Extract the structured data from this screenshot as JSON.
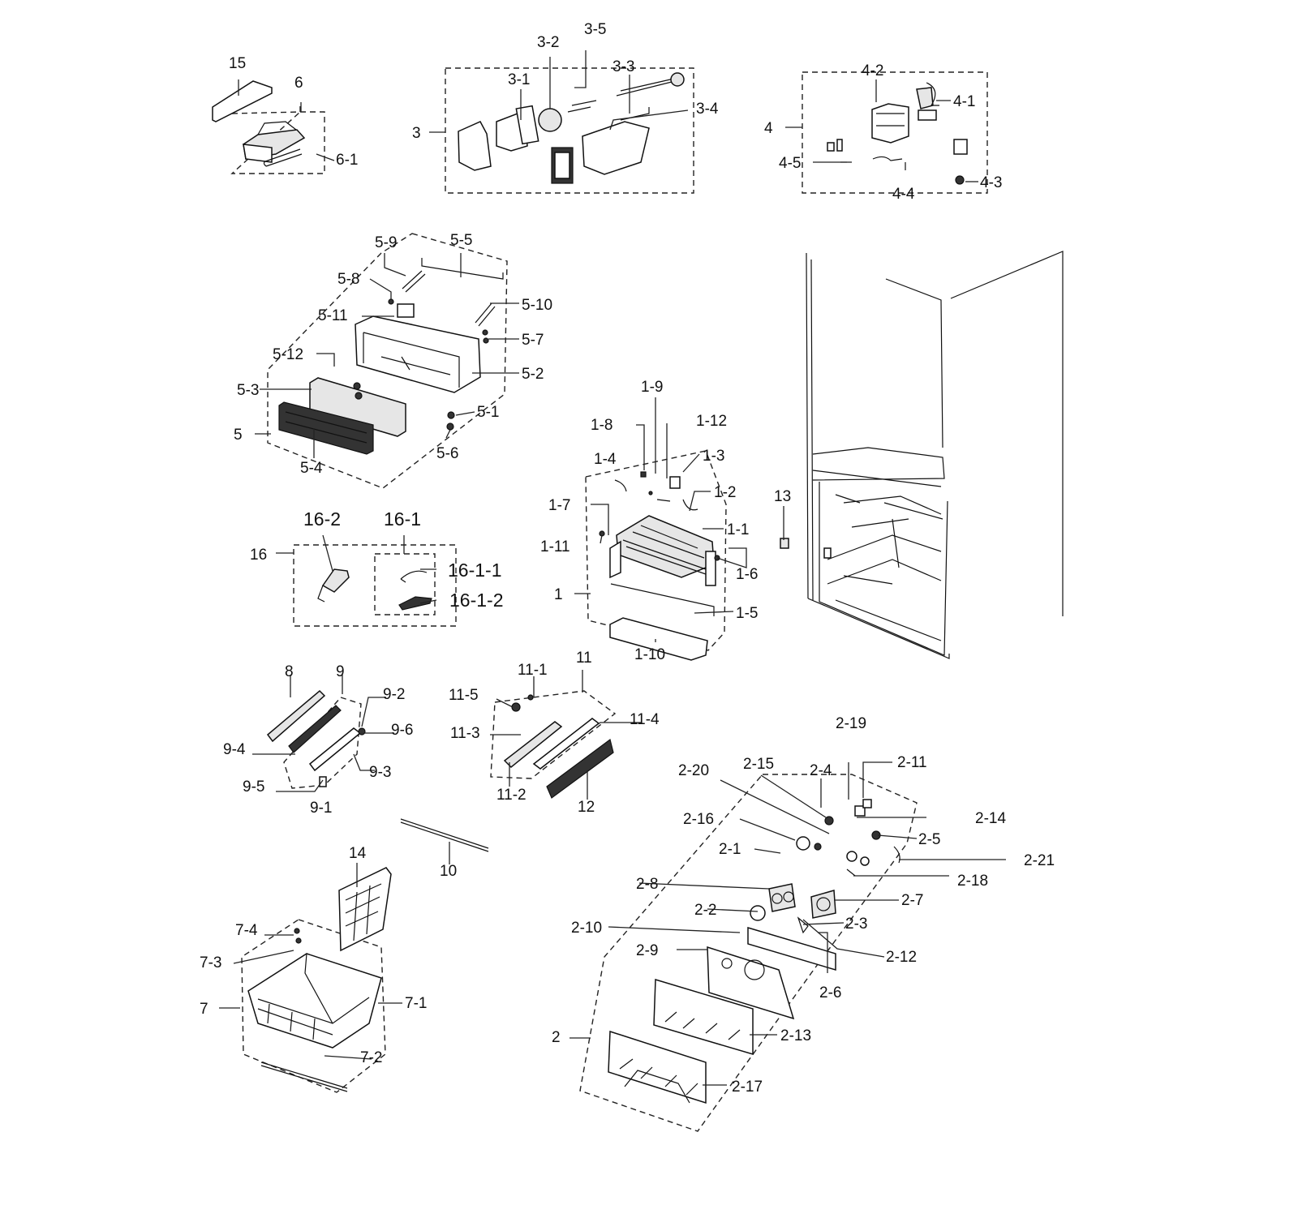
{
  "callouts": [
    {
      "id": "c15",
      "text": "15"
    },
    {
      "id": "c6",
      "text": "6"
    },
    {
      "id": "c6-1",
      "text": "6-1"
    },
    {
      "id": "c3",
      "text": "3"
    },
    {
      "id": "c3-1",
      "text": "3-1"
    },
    {
      "id": "c3-2",
      "text": "3-2"
    },
    {
      "id": "c3-3",
      "text": "3-3"
    },
    {
      "id": "c3-4",
      "text": "3-4"
    },
    {
      "id": "c3-5",
      "text": "3-5"
    },
    {
      "id": "c4",
      "text": "4"
    },
    {
      "id": "c4-1",
      "text": "4-1"
    },
    {
      "id": "c4-2",
      "text": "4-2"
    },
    {
      "id": "c4-3",
      "text": "4-3"
    },
    {
      "id": "c4-4",
      "text": "4-4"
    },
    {
      "id": "c4-5",
      "text": "4-5"
    },
    {
      "id": "c5",
      "text": "5"
    },
    {
      "id": "c5-1",
      "text": "5-1"
    },
    {
      "id": "c5-2",
      "text": "5-2"
    },
    {
      "id": "c5-3",
      "text": "5-3"
    },
    {
      "id": "c5-4",
      "text": "5-4"
    },
    {
      "id": "c5-5",
      "text": "5-5"
    },
    {
      "id": "c5-6",
      "text": "5-6"
    },
    {
      "id": "c5-7",
      "text": "5-7"
    },
    {
      "id": "c5-8",
      "text": "5-8"
    },
    {
      "id": "c5-9",
      "text": "5-9"
    },
    {
      "id": "c5-10",
      "text": "5-10"
    },
    {
      "id": "c5-11",
      "text": "5-11"
    },
    {
      "id": "c5-12",
      "text": "5-12"
    },
    {
      "id": "c16",
      "text": "16"
    },
    {
      "id": "c16-1",
      "text": "16-1"
    },
    {
      "id": "c16-2",
      "text": "16-2"
    },
    {
      "id": "c16-1-1",
      "text": "16-1-1"
    },
    {
      "id": "c16-1-2",
      "text": "16-1-2"
    },
    {
      "id": "c1",
      "text": "1"
    },
    {
      "id": "c1-1",
      "text": "1-1"
    },
    {
      "id": "c1-2",
      "text": "1-2"
    },
    {
      "id": "c1-3",
      "text": "1-3"
    },
    {
      "id": "c1-4",
      "text": "1-4"
    },
    {
      "id": "c1-5",
      "text": "1-5"
    },
    {
      "id": "c1-6",
      "text": "1-6"
    },
    {
      "id": "c1-7",
      "text": "1-7"
    },
    {
      "id": "c1-8",
      "text": "1-8"
    },
    {
      "id": "c1-9",
      "text": "1-9"
    },
    {
      "id": "c1-10",
      "text": "1-10"
    },
    {
      "id": "c1-11",
      "text": "1-11"
    },
    {
      "id": "c1-12",
      "text": "1-12"
    },
    {
      "id": "c13",
      "text": "13"
    },
    {
      "id": "c8",
      "text": "8"
    },
    {
      "id": "c9",
      "text": "9"
    },
    {
      "id": "c9-1",
      "text": "9-1"
    },
    {
      "id": "c9-2",
      "text": "9-2"
    },
    {
      "id": "c9-3",
      "text": "9-3"
    },
    {
      "id": "c9-4",
      "text": "9-4"
    },
    {
      "id": "c9-5",
      "text": "9-5"
    },
    {
      "id": "c9-6",
      "text": "9-6"
    },
    {
      "id": "c11",
      "text": "11"
    },
    {
      "id": "c11-1",
      "text": "11-1"
    },
    {
      "id": "c11-2",
      "text": "11-2"
    },
    {
      "id": "c11-3",
      "text": "11-3"
    },
    {
      "id": "c11-4",
      "text": "11-4"
    },
    {
      "id": "c11-5",
      "text": "11-5"
    },
    {
      "id": "c12",
      "text": "12"
    },
    {
      "id": "c10",
      "text": "10"
    },
    {
      "id": "c14",
      "text": "14"
    },
    {
      "id": "c7",
      "text": "7"
    },
    {
      "id": "c7-1",
      "text": "7-1"
    },
    {
      "id": "c7-2",
      "text": "7-2"
    },
    {
      "id": "c7-3",
      "text": "7-3"
    },
    {
      "id": "c7-4",
      "text": "7-4"
    },
    {
      "id": "c2",
      "text": "2"
    },
    {
      "id": "c2-1",
      "text": "2-1"
    },
    {
      "id": "c2-2",
      "text": "2-2"
    },
    {
      "id": "c2-3",
      "text": "2-3"
    },
    {
      "id": "c2-4",
      "text": "2-4"
    },
    {
      "id": "c2-5",
      "text": "2-5"
    },
    {
      "id": "c2-6",
      "text": "2-6"
    },
    {
      "id": "c2-7",
      "text": "2-7"
    },
    {
      "id": "c2-8",
      "text": "2-8"
    },
    {
      "id": "c2-9",
      "text": "2-9"
    },
    {
      "id": "c2-10",
      "text": "2-10"
    },
    {
      "id": "c2-11",
      "text": "2-11"
    },
    {
      "id": "c2-12",
      "text": "2-12"
    },
    {
      "id": "c2-13",
      "text": "2-13"
    },
    {
      "id": "c2-14",
      "text": "2-14"
    },
    {
      "id": "c2-15",
      "text": "2-15"
    },
    {
      "id": "c2-16",
      "text": "2-16"
    },
    {
      "id": "c2-17",
      "text": "2-17"
    },
    {
      "id": "c2-18",
      "text": "2-18"
    },
    {
      "id": "c2-19",
      "text": "2-19"
    },
    {
      "id": "c2-20",
      "text": "2-20"
    },
    {
      "id": "c2-21",
      "text": "2-21"
    }
  ]
}
